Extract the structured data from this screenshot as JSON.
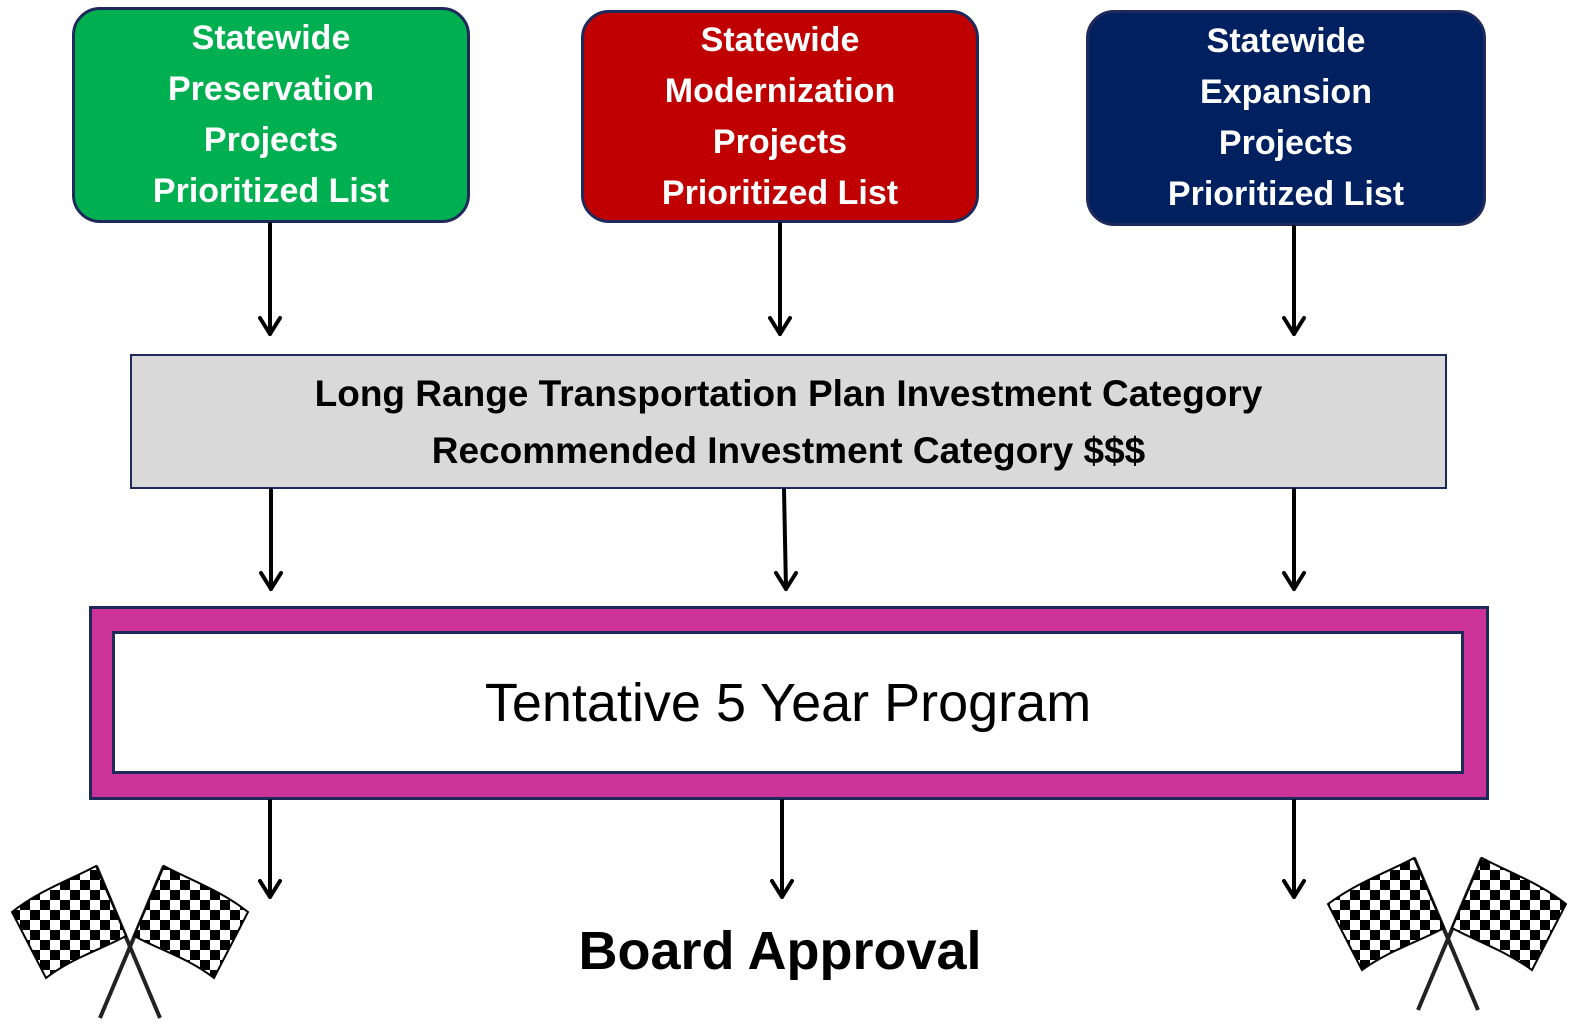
{
  "colors": {
    "preservation": "#00b050",
    "modernization": "#c00000",
    "expansion": "#002060",
    "plan_box": "#d9d9d9",
    "program_frame": "#cc3399"
  },
  "preservation": {
    "line1": "Statewide",
    "line2": "Preservation",
    "line3": "Projects",
    "line4": "Prioritized List"
  },
  "modernization": {
    "line1": "Statewide",
    "line2": "Modernization",
    "line3": "Projects",
    "line4": "Prioritized List"
  },
  "expansion": {
    "line1": "Statewide",
    "line2": "Expansion",
    "line3": "Projects",
    "line4": "Prioritized List"
  },
  "plan": {
    "line1": "Long Range Transportation Plan Investment Category",
    "line2": "Recommended Investment Category $$$"
  },
  "program": {
    "label": "Tentative 5 Year Program"
  },
  "board": {
    "label": "Board Approval"
  },
  "icons": [
    "checkered-flags-icon"
  ]
}
